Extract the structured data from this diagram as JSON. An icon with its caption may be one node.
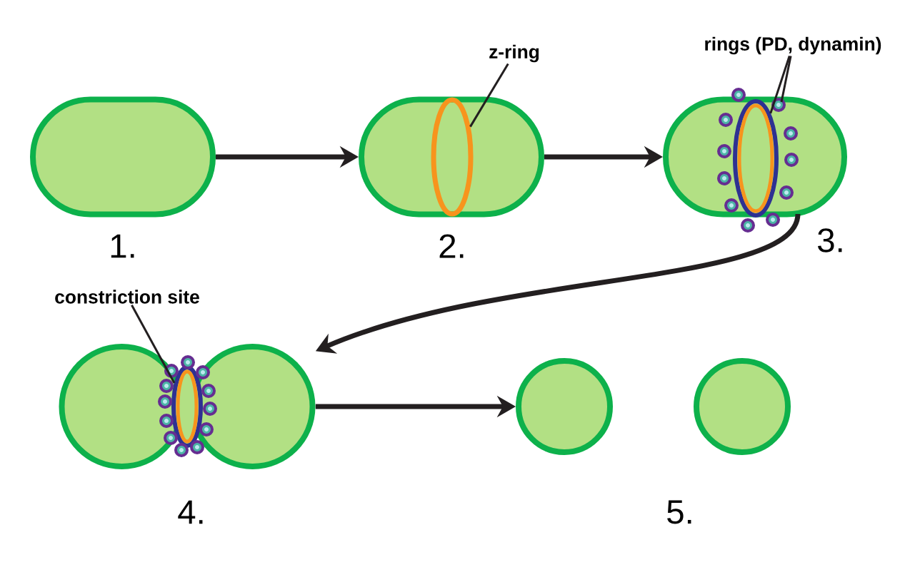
{
  "diagram": {
    "nodes": [
      {
        "text": [],
        "shape": "capsule",
        "beside": [
          "1."
        ]
      },
      {
        "text": [],
        "shape": "capsule",
        "beside": [
          "2."
        ]
      },
      {
        "text": [],
        "shape": "ellipse",
        "in": 1
      },
      {
        "text": [
          "z-ring"
        ]
      },
      {
        "text": [],
        "shape": "capsule",
        "beside": [
          "3."
        ]
      },
      {
        "text": [],
        "shape": "ellipse"
      },
      {
        "text": [
          "rings (PD, dynamin)"
        ]
      },
      {
        "text": [],
        "shape": "circle",
        "beside": [
          "4."
        ]
      },
      {
        "text": [],
        "shape": "ellipse",
        "in": 7
      },
      {
        "text": [
          "constriction site"
        ]
      },
      {
        "text": [],
        "shape": "circle"
      },
      {
        "text": [],
        "shape": "circle"
      }
    ],
    "edges": [
      {
        "from": 0,
        "to": 1,
        "arrow": "to",
        "style": "thick"
      },
      {
        "from": 1,
        "to": 4,
        "arrow": "to",
        "style": "thick"
      },
      {
        "from": 4,
        "to": 7,
        "arrow": "to",
        "style": "thick"
      },
      {
        "from": 7,
        "to": 10,
        "arrow": "to",
        "style": "thick"
      },
      {
        "from": 3,
        "to": 2,
        "arrow": "none"
      },
      {
        "from": 6,
        "to": 5,
        "arrow": "none"
      },
      {
        "from": 6,
        "to": 5,
        "arrow": "none"
      },
      {
        "from": 9,
        "to": 8,
        "arrow": "none"
      }
    ],
    "labels": [
      "5."
    ]
  }
}
